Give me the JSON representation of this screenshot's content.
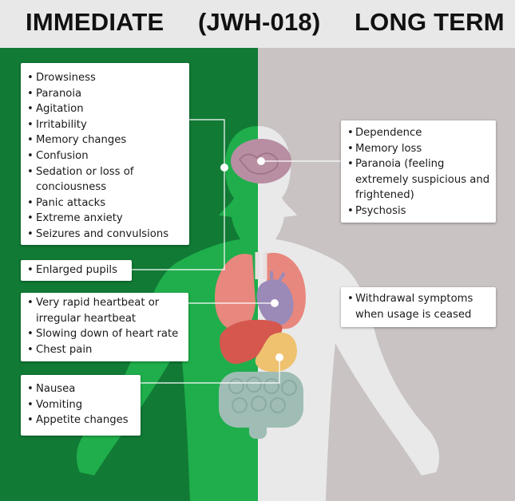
{
  "header": {
    "title_left": "IMMEDIATE",
    "title_center": "(JWH-018)",
    "title_right": "LONG TERM"
  },
  "immediate": {
    "general": [
      "Drowsiness",
      "Paranoia",
      "Agitation",
      "Irritability",
      "Memory changes",
      "Confusion",
      "Sedation or loss of conciousness",
      "Panic attacks",
      "Extreme anxiety",
      "Seizures and convulsions"
    ],
    "pupils": [
      "Enlarged pupils"
    ],
    "heart": [
      "Very rapid heartbeat or irregular heartbeat",
      "Slowing down of heart rate",
      "Chest pain"
    ],
    "digestive": [
      "Nausea",
      "Vomiting",
      "Appetite changes"
    ]
  },
  "long_term": {
    "mental": [
      "Dependence",
      "Memory loss",
      "Paranoia (feeling extremely suspicious and frightened)",
      "Psychosis"
    ],
    "withdrawal": [
      "Withdrawal symptoms when usage is ceased"
    ]
  },
  "colors": {
    "header_bg": "#e8e8e8",
    "immediate_bg": "#117a35",
    "long_term_bg": "#c9c3c3",
    "body_green": "#1fae4b",
    "body_light": "#e9e9e9",
    "brain": "#b88ea3",
    "lungs": "#e8877d",
    "heart": "#9b8ab8",
    "liver": "#d5574e",
    "stomach": "#efc270",
    "intestine": "#9fbdb5"
  }
}
